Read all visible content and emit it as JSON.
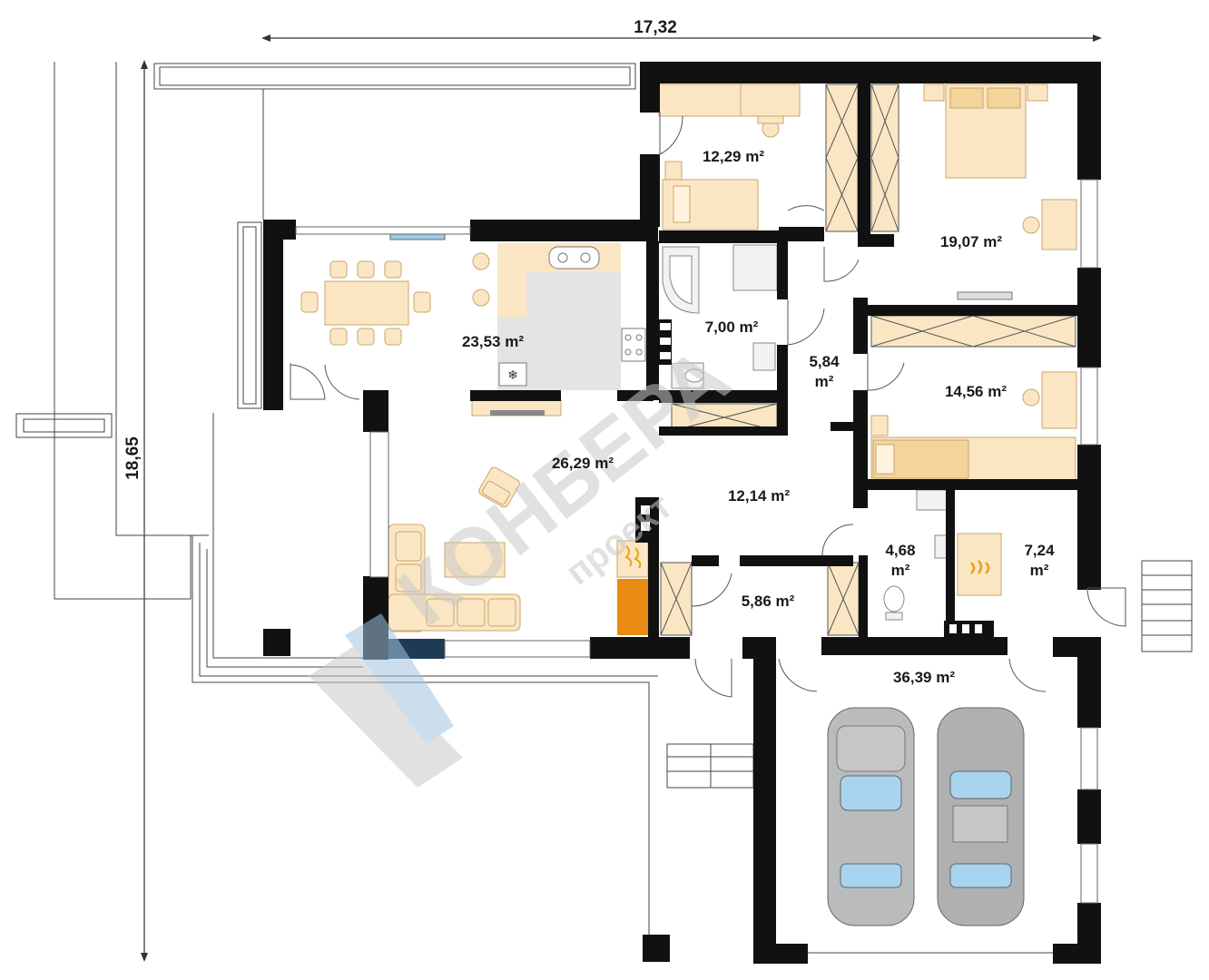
{
  "dimensions": {
    "width_label": "17,32",
    "height_label": "18,65"
  },
  "rooms": [
    {
      "id": "room-office",
      "area": "12,29 m²"
    },
    {
      "id": "room-master-bedroom",
      "area": "19,07 m²"
    },
    {
      "id": "room-kitchen-dining",
      "area": "23,53 m²"
    },
    {
      "id": "room-bathroom",
      "area": "7,00 m²"
    },
    {
      "id": "room-hall-north",
      "area_line1": "5,84",
      "area_line2": "m²"
    },
    {
      "id": "room-bedroom-2",
      "area": "14,56 m²"
    },
    {
      "id": "room-living",
      "area": "26,29 m²"
    },
    {
      "id": "room-hall",
      "area": "12,14 m²"
    },
    {
      "id": "room-wc",
      "area_line1": "4,68",
      "area_line2": "m²"
    },
    {
      "id": "room-boiler",
      "area_line1": "7,24",
      "area_line2": "m²"
    },
    {
      "id": "room-entrance",
      "area": "5,86 m²"
    },
    {
      "id": "room-garage",
      "area": "36,39 m²"
    }
  ],
  "watermark": {
    "brand": "КОНБЕРА",
    "sub": "проект"
  },
  "colors": {
    "wall": "#111111",
    "furniture": "#fbe6c4",
    "furniture_stroke": "#c9a56b",
    "floor_grey": "#e4e4e4",
    "car_grey": "#b9bbbd",
    "accent_fire": "#e98b12",
    "glass": "#8fc3e6",
    "watermark": "#c8c8c8"
  }
}
